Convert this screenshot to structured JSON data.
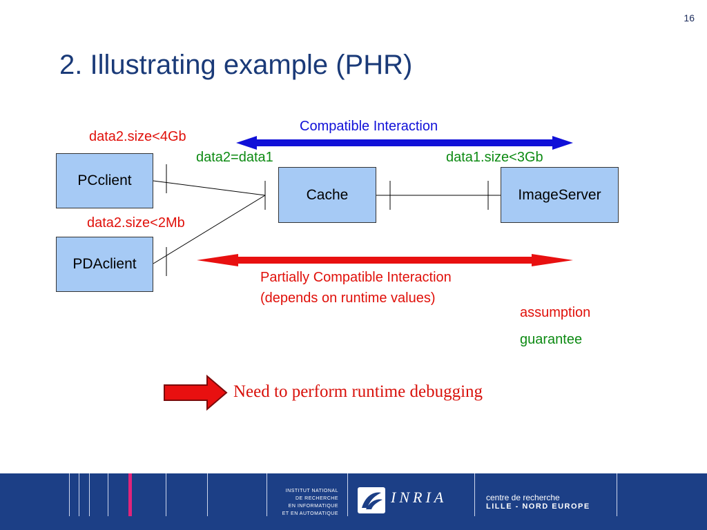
{
  "page_number": "16",
  "title": "2. Illustrating example (PHR)",
  "components": {
    "pcclient": "PCclient",
    "pdaclient": "PDAclient",
    "cache": "Cache",
    "imageserver": "ImageServer"
  },
  "labels": {
    "data2_size_4gb": "data2.size<4Gb",
    "data2_eq_data1": "data2=data1",
    "data1_size_3gb": "data1.size<3Gb",
    "data2_size_2mb": "data2.size<2Mb",
    "compatible": "Compatible Interaction",
    "partial_line1": "Partially Compatible Interaction",
    "partial_line2": "(depends on runtime values)",
    "legend_assumption": "assumption",
    "legend_guarantee": "guarantee"
  },
  "note": "Need to perform runtime debugging",
  "footer": {
    "institute": [
      "INSTITUT NATIONAL",
      "DE RECHERCHE",
      "EN INFORMATIQUE",
      "ET EN AUTOMATIQUE"
    ],
    "logo_text": "INRIA",
    "centre_line1": "centre de recherche",
    "centre_line2": "LILLE - NORD EUROPE"
  },
  "colors": {
    "title": "#1a3a78",
    "box_fill": "#a6caf5",
    "assumption": "#e0100a",
    "guarantee": "#0c8a12",
    "compatible_arrow": "#1010d8",
    "partial_arrow": "#e0100a",
    "footer_bg": "#1c3f86",
    "footer_accent": "#e0247a"
  }
}
